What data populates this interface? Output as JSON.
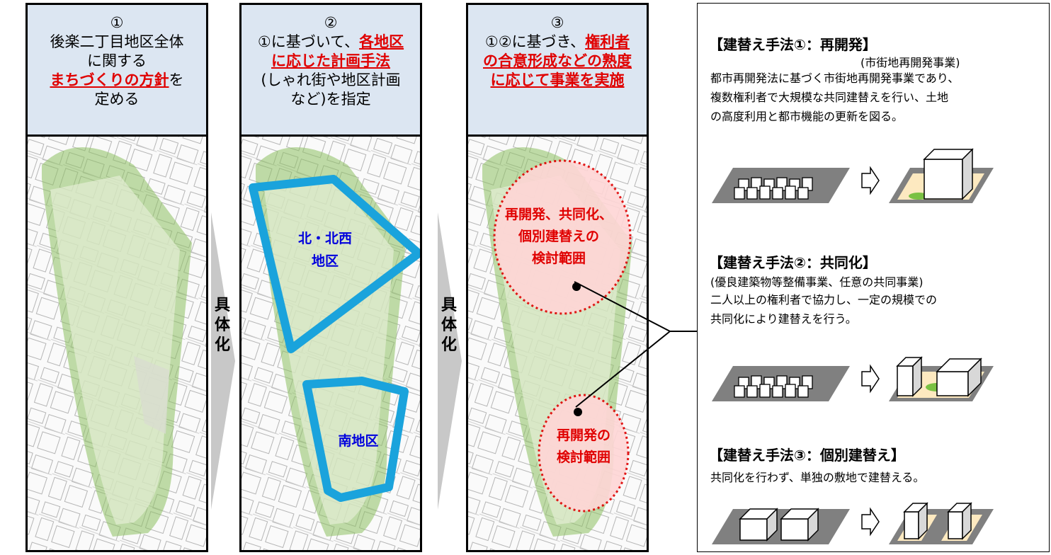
{
  "step_mark": "具体化",
  "panels": [
    {
      "number": "①",
      "line1": "後楽二丁目地区全体",
      "line2": "に関する",
      "line3_red": "まちづくりの方針",
      "line3_tail": "を",
      "line4": "定める"
    },
    {
      "number": "②",
      "line1_head": "①に基づいて、",
      "line1_red": "各地区",
      "line2_red": "に応じた計画手法",
      "line3": "(しゃれ街や地区計画",
      "line4": "など)を指定",
      "area_north_1": "北・北西",
      "area_north_2": "地区",
      "area_south": "南地区"
    },
    {
      "number": "③",
      "line1_head": "①②に基づき、",
      "line1_red": "権利者",
      "line2_red": "の合意形成などの熟度",
      "line3_red": "に応じて事業を実施",
      "area_upper_1": "再開発、共同化、",
      "area_upper_2": "個別建替えの",
      "area_upper_3": "検討範囲",
      "area_lower_1": "再開発の",
      "area_lower_2": "検討範囲"
    }
  ],
  "methods": [
    {
      "title": "【建替え手法①：再開発】",
      "subtitle": "(市街地再開発事業)",
      "desc": [
        "都市再開発法に基づく市街地再開発事業であり、",
        "複数権利者で大規模な共同建替えを行い、土地",
        "の高度利用と都市機能の更新を図る。"
      ]
    },
    {
      "title": "【建替え手法②：共同化】",
      "subtitle": "(優良建築物等整備事業、任意の共同事業)",
      "desc": [
        "二人以上の権利者で協力し、一定の規模での",
        "共同化により建替えを行う。"
      ]
    },
    {
      "title": "【建替え手法③：個別建替え】",
      "desc": [
        "共同化を行わず、単独の敷地で建替える。"
      ]
    }
  ],
  "colors": {
    "header_bg": "#dce6f2",
    "emphasis_red": "#e00000",
    "district_green": "#8dc060",
    "district_blue": "#1aa3dc",
    "area_pink": "#ffd6d6",
    "label_blue": "#0000dd"
  }
}
